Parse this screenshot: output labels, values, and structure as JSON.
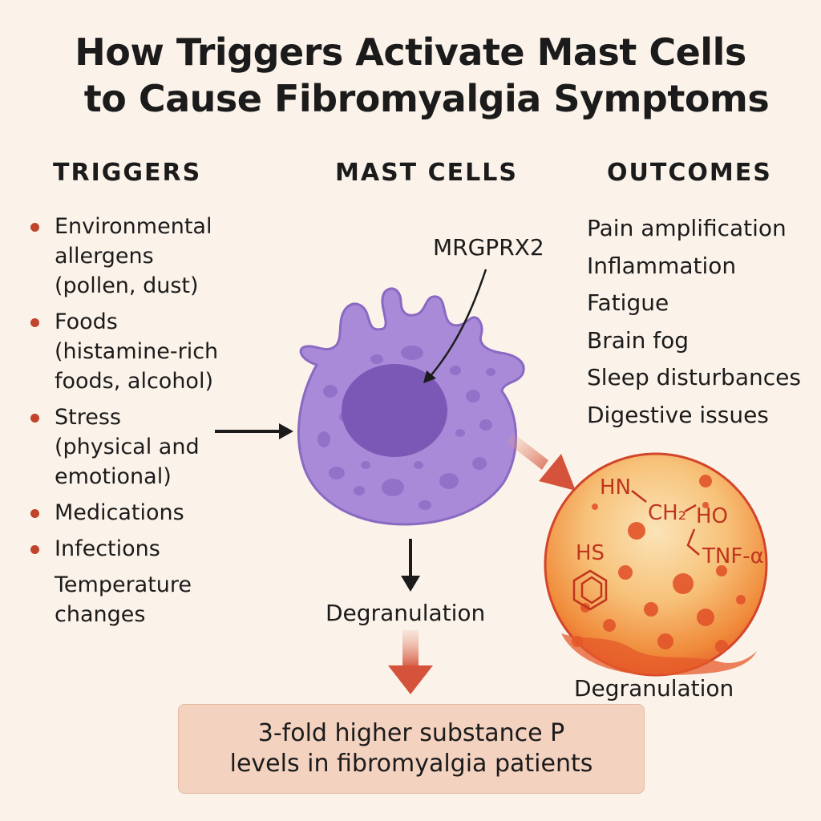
{
  "title": {
    "line1": "How Triggers Activate Mast Cells",
    "line2": "to Cause Fibromyalgia Symptoms"
  },
  "columns": {
    "triggers": "TRIGGERS",
    "mast_cells": "MAST CELLS",
    "outcomes": "OUTCOMES"
  },
  "triggers": [
    {
      "text": "Environmental allergens (pollen, dust)",
      "lines": [
        "Environmental",
        "allergens",
        "(pollen, dust)"
      ],
      "bullet": true
    },
    {
      "text": "Foods (histamine-rich foods, alcohol)",
      "lines": [
        "Foods",
        "(histamine-rich",
        "foods, alcohol)"
      ],
      "bullet": true
    },
    {
      "text": "Stress (physical and emotional)",
      "lines": [
        "Stress",
        "(physical and",
        "emotional)"
      ],
      "bullet": true
    },
    {
      "text": "Medications",
      "lines": [
        "Medications"
      ],
      "bullet": true
    },
    {
      "text": "Infections",
      "lines": [
        "Infections"
      ],
      "bullet": true
    },
    {
      "text": "Temperature changes",
      "lines": [
        "Temperature",
        "changes"
      ],
      "bullet": false
    }
  ],
  "outcomes": [
    "Pain amplification",
    "Inflammation",
    "Fatigue",
    "Brain fog",
    "Sleep disturbances",
    "Digestive issues"
  ],
  "receptor_label": "MRGPRX2",
  "degranulation_center": "Degranulation",
  "degranulation_right": "Degranulation",
  "mediators": {
    "hn": "HN",
    "ch2": "CH₂",
    "ho": "HO",
    "hs": "HS",
    "tnf": "TNF-α"
  },
  "callout": {
    "line1": "3-fold higher substance P",
    "line2": "levels in fibromyalgia patients"
  },
  "colors": {
    "background": "#fbf3ea",
    "bullet": "#c0432b",
    "cell": "#a889d6",
    "nucleus": "#7e5bb8",
    "granule_sphere": "#f0a04a",
    "mediator_text": "#c0351e",
    "callout_bg": "#f3d2c0"
  }
}
